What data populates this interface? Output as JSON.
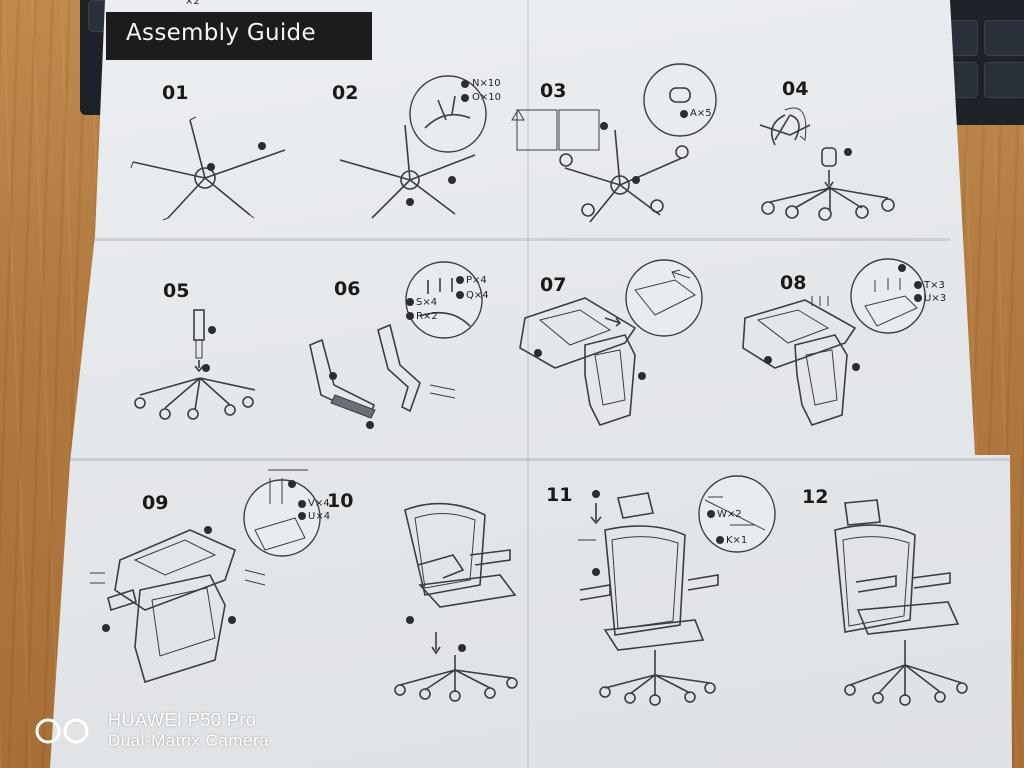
{
  "guide": {
    "title": "Assembly Guide"
  },
  "steps": [
    "01",
    "02",
    "03",
    "04",
    "05",
    "06",
    "07",
    "08",
    "09",
    "10",
    "11",
    "12"
  ],
  "callouts": {
    "step02": [
      "N×10",
      "O×10"
    ],
    "step03": [
      "A×5"
    ],
    "step06": [
      "P×4",
      "Q×4",
      "S×4",
      "R×2"
    ],
    "step08": [
      "T×3",
      "U×3"
    ],
    "step09": [
      "V×4",
      "U×4"
    ],
    "step11": [
      "W×2",
      "K×1"
    ]
  },
  "top_edge": "×2",
  "watermark": {
    "brand": "HUAWEI P50 Pro",
    "camera": "Dual-Matrix Camera"
  },
  "colors": {
    "paper": "#e6e9ec",
    "title_bar": "#1c1c1e",
    "wood": "#b37a3e"
  }
}
